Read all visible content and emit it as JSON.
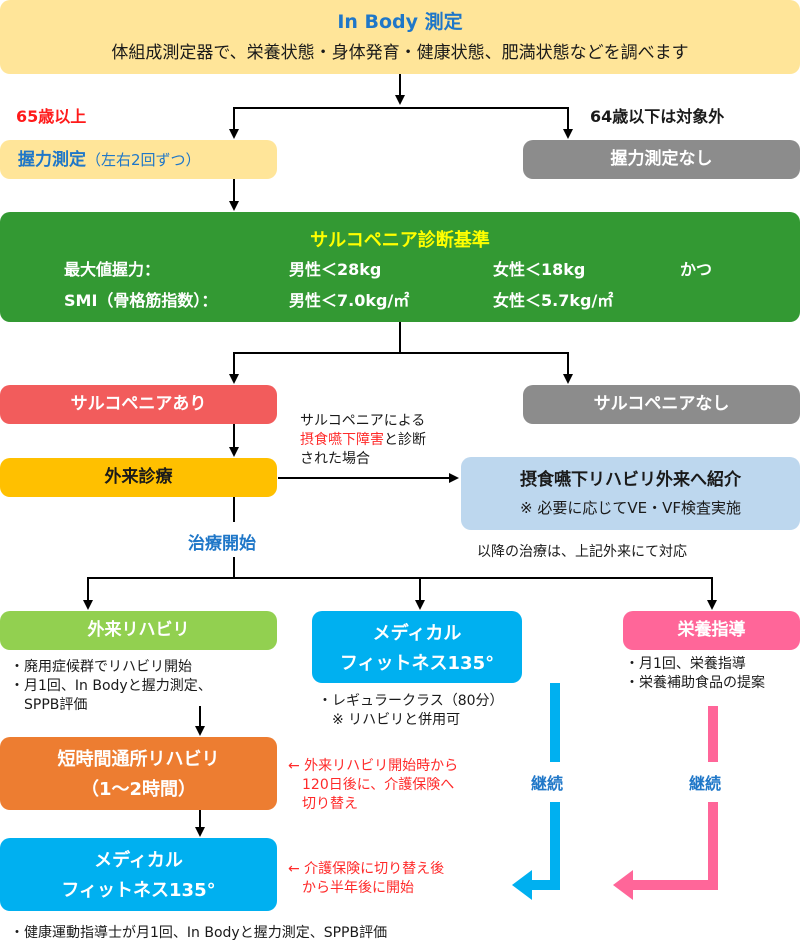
{
  "top": {
    "title": "In Body 測定",
    "description": "体組成測定器で、栄養状態・身体発育・健康状態、肥満状態などを調べます"
  },
  "age_branch": {
    "left_label": "65歳以上",
    "right_label": "64歳以下は対象外"
  },
  "grip": {
    "title": "握力測定",
    "note": "（左右2回ずつ）",
    "none_label": "握力測定なし"
  },
  "criteria": {
    "title": "サルコペニア診断基準",
    "row1_label": "最大値握力：",
    "row1_male": "男性＜28kg",
    "row1_female": "女性＜18kg",
    "row1_conj": "かつ",
    "row2_label": "SMI（骨格筋指数）：",
    "row2_male": "男性＜7.0kg/㎡",
    "row2_female": "女性＜5.7kg/㎡"
  },
  "sarcopenia": {
    "yes_label": "サルコペニアあり",
    "no_label": "サルコペニアなし"
  },
  "dysphagia_note": {
    "line1": "サルコペニアによる",
    "line2_red": "摂食嚥下障害",
    "line2_rest": "と診断",
    "line3": "された場合"
  },
  "outpatient": {
    "label": "外来診療",
    "treatment_start": "治療開始"
  },
  "referral": {
    "title": "摂食嚥下リハビリ外来へ紹介",
    "subtitle": "※ 必要に応じてVE・VF検査実施",
    "after_note": "以降の治療は、上記外来にて対応"
  },
  "outpatient_rehab": {
    "title": "外来リハビリ",
    "notes": [
      "・廃用症候群でリハビリ開始",
      "・月1回、In Bodyと握力測定、",
      "　SPPB評価"
    ]
  },
  "medical_fitness_top": {
    "line1": "メディカル",
    "line2": "フィットネス135°",
    "notes": [
      "・レギュラークラス（80分）",
      "　※ リハビリと併用可"
    ],
    "continue_label": "継続"
  },
  "nutrition": {
    "title": "栄養指導",
    "notes": [
      "・月1回、栄養指導",
      "・栄養補助食品の提案"
    ],
    "continue_label": "継続"
  },
  "short_rehab": {
    "line1": "短時間通所リハビリ",
    "line2": "（1〜2時間）",
    "switch_note": [
      "← 外来リハビリ開始時から",
      "　120日後に、介護保険へ",
      "　切り替え"
    ]
  },
  "medical_fitness_bottom": {
    "line1": "メディカル",
    "line2": "フィットネス135°",
    "start_note": [
      "← 介護保険に切り替え後",
      "　から半年後に開始"
    ],
    "bottom_note": "・健康運動指導士が月1回、In Bodyと握力測定、SPPB評価"
  },
  "colors": {
    "pale_yellow": "#ffe599",
    "gray": "#8c8c8c",
    "green": "#339933",
    "red_box": "#f25c5c",
    "amber": "#ffc000",
    "light_blue": "#bdd7ee",
    "lime": "#92d050",
    "cyan": "#00b0f0",
    "pink": "#ff6699",
    "orange": "#ed7d31",
    "accent_blue": "#1f77c8",
    "alert_red": "#ff2a2a"
  }
}
